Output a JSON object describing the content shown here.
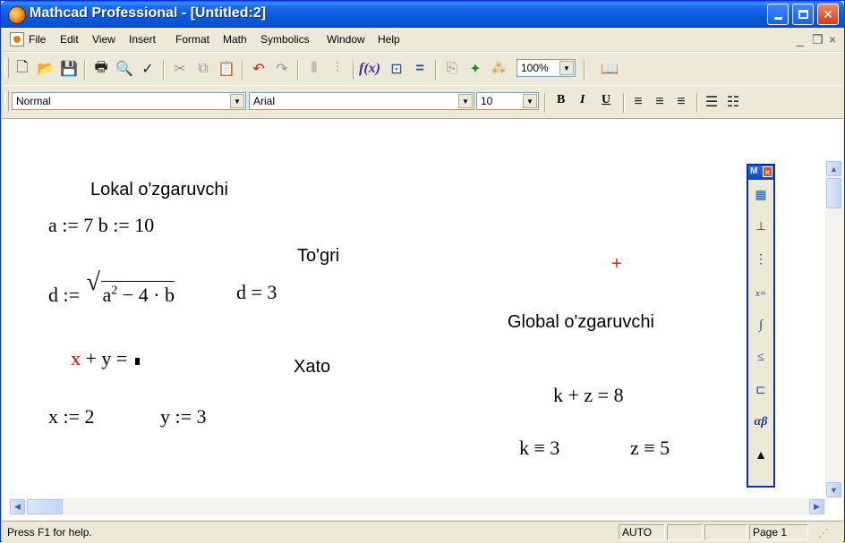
{
  "window": {
    "title": "Mathcad Professional - [Untitled:2]"
  },
  "menu": {
    "items": [
      "File",
      "Edit",
      "View",
      "Insert",
      "Format",
      "Math",
      "Symbolics",
      "Window",
      "Help"
    ]
  },
  "toolbar": {
    "zoom": "100%"
  },
  "format_bar": {
    "style": "Normal",
    "font": "Arial",
    "size": "10",
    "bold": "B",
    "italic": "I",
    "underline": "U"
  },
  "worksheet": {
    "heading_local": "Lokal o'zgaruvchi",
    "assign_ab": "a := 7   b := 10",
    "label_correct": "To'gri",
    "d_lhs": "d :=",
    "d_rad_a": "a",
    "d_rad_exp": "2",
    "d_rad_rest": "− 4 · b",
    "d_result": "d = 3",
    "x_red": "x",
    "xy_rest": " + y = ",
    "label_error": "Xato",
    "assign_x": "x := 2",
    "assign_y": "y := 3",
    "heading_global": "Global o'zgaruvchi",
    "kz_sum": "k + z = 8",
    "k_global": "k ≡ 3",
    "z_global": "z ≡ 5"
  },
  "palette": {
    "title": "M"
  },
  "status": {
    "help": "Press F1 for help.",
    "mode": "AUTO",
    "page": "Page 1"
  }
}
